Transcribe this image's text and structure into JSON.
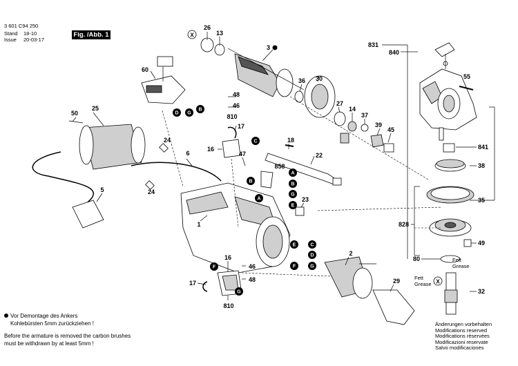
{
  "header": {
    "part_number": "3 601 C94 250",
    "stand_label": "Stand",
    "stand_value": "18-10",
    "issue_label": "Issue",
    "issue_value": "20-03-17",
    "figure_label": "Fig. /Abb. 1"
  },
  "parts": {
    "p1": "1",
    "p2": "2",
    "p3": "3",
    "p5": "5",
    "p6": "6",
    "p13": "13",
    "p14": "14",
    "p16a": "16",
    "p16b": "16",
    "p17a": "17",
    "p17b": "17",
    "p18": "18",
    "p22": "22",
    "p23": "23",
    "p24a": "24",
    "p24b": "24",
    "p25": "25",
    "p26": "26",
    "p27": "27",
    "p29": "29",
    "p30": "30",
    "p32": "32",
    "p35": "35",
    "p36": "36",
    "p37": "37",
    "p38": "38",
    "p39": "39",
    "p45": "45",
    "p46a": "46",
    "p46b": "46",
    "p47": "47",
    "p48a": "48",
    "p48b": "48",
    "p49": "49",
    "p50": "50",
    "p55": "55",
    "p60": "60",
    "p80": "80",
    "p810a": "810",
    "p810b": "810",
    "p828": "828",
    "p831": "831",
    "p840": "840",
    "p841": "841",
    "p858": "858"
  },
  "markers": {
    "x": "X",
    "a": "A",
    "b": "B",
    "c": "C",
    "d": "D",
    "e": "E",
    "f": "F",
    "g": "G"
  },
  "grease": {
    "fett": "Fett",
    "grease": "Grease"
  },
  "notes": {
    "de_line1": "Vor Demontage des Ankers",
    "de_line2": "Kohlebürsten 5mm zurückziehen !",
    "en_line1": "Before the armature is removed the carbon brushes",
    "en_line2": "must be withdrawn by at least 5mm !"
  },
  "modifications": {
    "de": "Änderungen vorbehalten",
    "en": "Modifications reserved",
    "fr": "Modifications réservées",
    "nl": "Modificazioni reservate",
    "es": "Salvo modificaciones"
  }
}
